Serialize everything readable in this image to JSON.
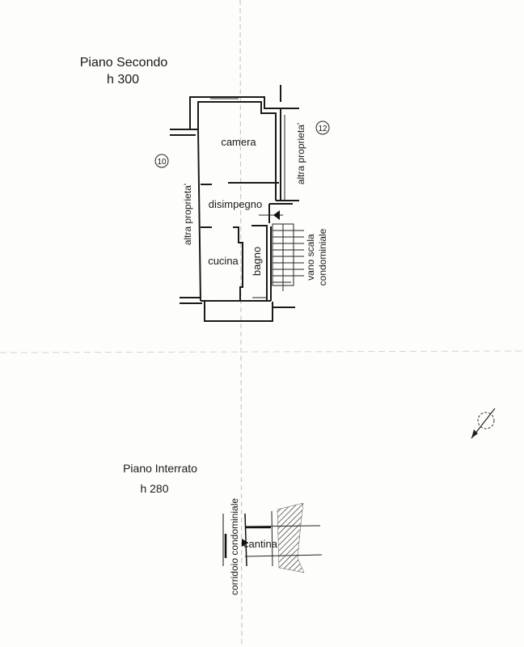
{
  "upper_floor": {
    "title": "Piano Secondo",
    "height": "h 300",
    "rooms": {
      "camera": "camera",
      "disimpegno": "disimpegno",
      "cucina": "cucina",
      "bagno": "bagno"
    },
    "neighbor_left": {
      "label": "altra proprieta'",
      "number": "10"
    },
    "neighbor_right": {
      "label": "altra proprieta'",
      "number": "12"
    },
    "stair_label_1": "vano scala",
    "stair_label_2": "condominiale"
  },
  "basement": {
    "title": "Piano Interrato",
    "height": "h 280",
    "room": "cantina",
    "corridor_label": "corridoio condominiale"
  }
}
